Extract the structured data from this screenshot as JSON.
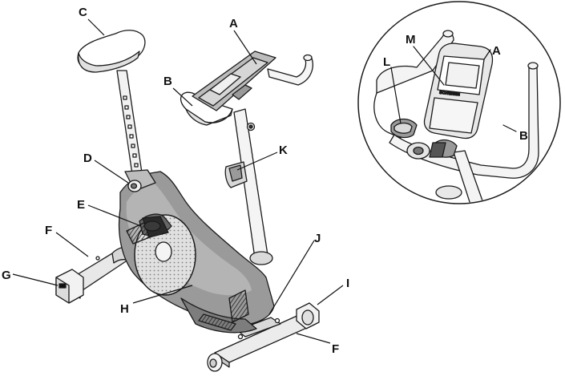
{
  "figure": {
    "callouts": {
      "A": "A",
      "B": "B",
      "C": "C",
      "D": "D",
      "E": "E",
      "F": "F",
      "G": "G",
      "H": "H",
      "I": "I",
      "J": "J",
      "K": "K",
      "F2": "F"
    },
    "inset": {
      "callouts": {
        "A": "A",
        "B": "B",
        "L": "L",
        "M": "M"
      },
      "console_brand": "SCHWINN"
    }
  },
  "colors": {
    "line": "#1a1a1a",
    "frame": "#8e8e8e",
    "frame_dark": "#5a5a5a",
    "light": "#e6e6e6",
    "background": "#ffffff"
  }
}
